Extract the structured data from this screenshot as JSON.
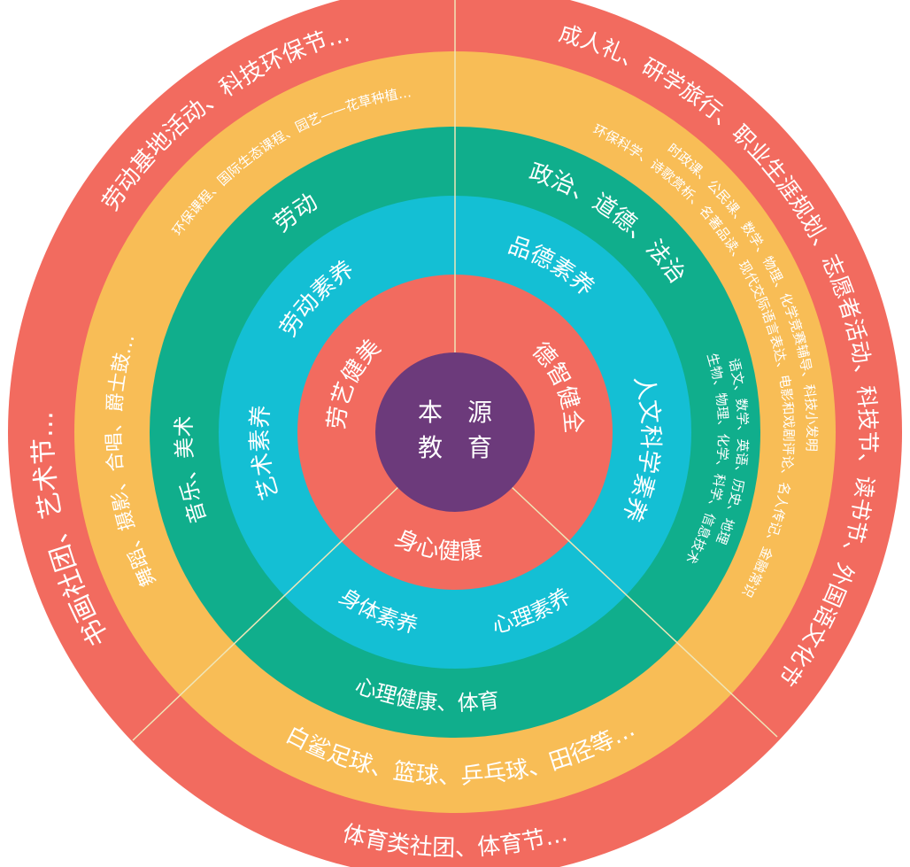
{
  "colors": {
    "outer": "#f26b5f",
    "yellow": "#f8bd56",
    "green": "#10ae8c",
    "cyan": "#14bfd4",
    "inner": "#f26b5f",
    "core": "#6c3a7b"
  },
  "center": {
    "line1": "本　源",
    "line2": "教　育"
  },
  "inner_ring": {
    "left": "劳艺健美",
    "right": "德智健全",
    "bottom": "身心健康"
  },
  "cyan_ring": {
    "top_left": "劳动素养",
    "left": "艺术素养",
    "top_right": "品德素养",
    "right": "人文科学素养",
    "bottom_left": "身体素养",
    "bottom_right": "心理素养"
  },
  "green_ring": {
    "top_left": "劳动",
    "left": "音乐、美术",
    "top_right": "政治、道德、法治",
    "right_line1": "语文、数学、英语、历史、地理",
    "right_line2": "生物、物理、化学、科学、信息技术",
    "bottom": "心理健康、体育"
  },
  "yellow_ring": {
    "top_left": "环保课程、国际生态课程、园艺——花草种植…",
    "left": "舞蹈、摄影、合唱、爵士鼓…",
    "right_line1": "时政课、公民课、数学、物理、化学竞赛辅导、科技小发明",
    "right_line2": "环保科学、诗歌赏析、名著品读、现代交际语言表达、电影和戏剧评论、名人传记、金融常识",
    "bottom": "白鲨足球、篮球、乒乓球、田径等…"
  },
  "outer_ring": {
    "top_left": "劳动基地活动、科技环保节…",
    "left": "书画社团、艺术节…",
    "right": "成人礼、研学旅行、职业生涯规划、志愿者活动、科技节、读书节、外国语文化节",
    "bottom": "体育类社团、体育节…"
  }
}
